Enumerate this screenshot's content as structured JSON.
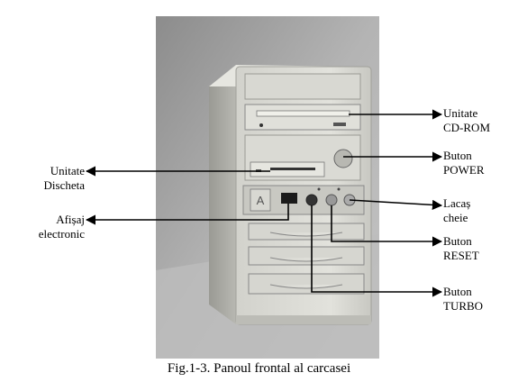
{
  "labels": {
    "cdrom": {
      "line1": "Unitate",
      "line2": "CD-ROM"
    },
    "power": {
      "line1": "Buton",
      "line2": "POWER"
    },
    "disk": {
      "line1": "Unitate",
      "line2": "Discheta"
    },
    "lock": {
      "line1": "Lacaș",
      "line2": "cheie"
    },
    "display": {
      "line1": "Afișaj",
      "line2": "electronic"
    },
    "reset": {
      "line1": "Buton",
      "line2": "RESET"
    },
    "turbo": {
      "line1": "Buton",
      "line2": "TURBO"
    }
  },
  "caption": "Fig.1-3. Panoul frontal al carcasei",
  "colors": {
    "photo_bg": "#a8a8a8",
    "case_body": "#dcdcd6",
    "arrow": "#000000"
  }
}
